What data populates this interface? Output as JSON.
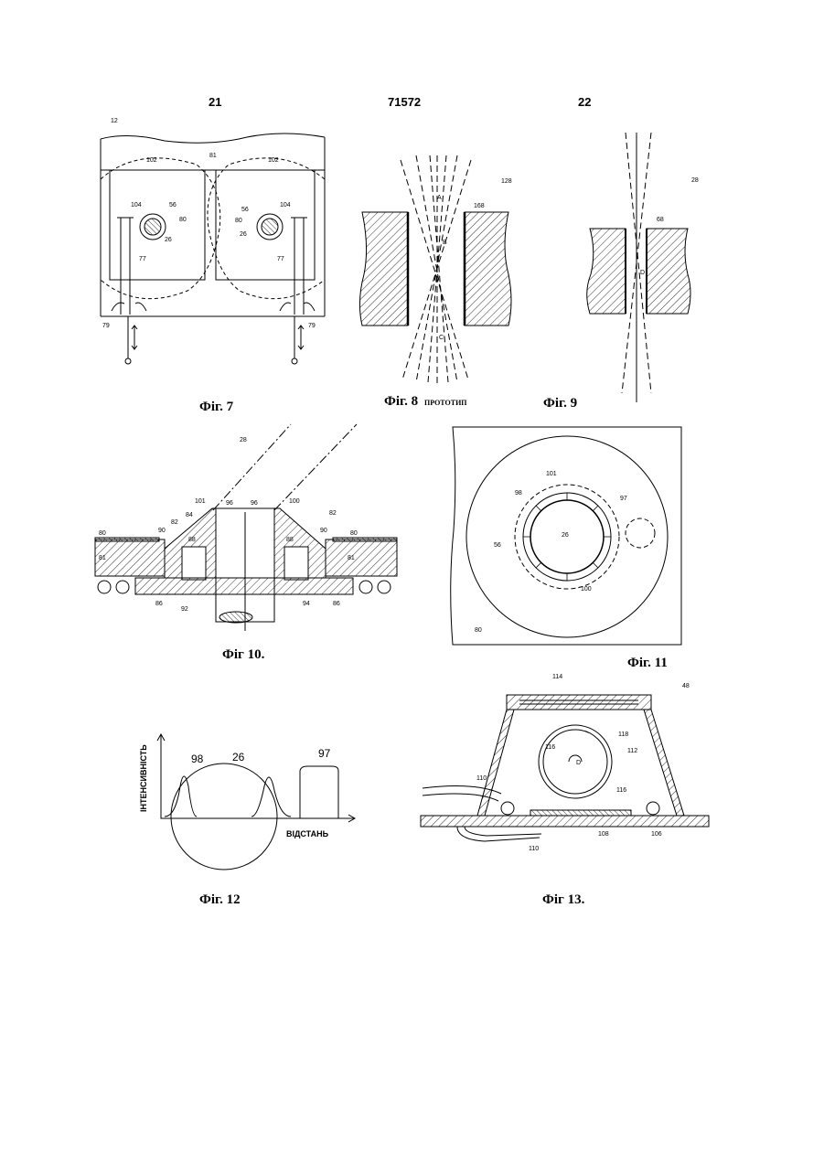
{
  "header": {
    "page_left": "21",
    "patent_number": "71572",
    "page_right": "22"
  },
  "figures": {
    "fig7": {
      "caption": "Фіг. 7",
      "refs": [
        "12",
        "81",
        "102",
        "102",
        "104",
        "56",
        "80",
        "26",
        "56",
        "104",
        "80",
        "26",
        "77",
        "77",
        "79",
        "79"
      ]
    },
    "fig8": {
      "caption": "Фіг. 8",
      "note": "ПРОТОТИП",
      "refs": [
        "128",
        "168",
        "A",
        "B",
        "C"
      ]
    },
    "fig9": {
      "caption": "Фіг. 9",
      "refs": [
        "28",
        "68",
        "D"
      ]
    },
    "fig10": {
      "caption": "Фіг 10.",
      "refs": [
        "28",
        "101",
        "96",
        "96",
        "100",
        "84",
        "82",
        "82",
        "90",
        "90",
        "80",
        "80",
        "88",
        "88",
        "81",
        "81",
        "86",
        "86",
        "92",
        "94"
      ]
    },
    "fig11": {
      "caption": "Фіг. 11",
      "refs": [
        "101",
        "98",
        "97",
        "56",
        "26",
        "100",
        "80"
      ]
    },
    "fig12": {
      "caption": "Фіг. 12",
      "ylabel": "ІНТЕНСИВНІСТЬ",
      "xlabel": "ВІДСТАНЬ",
      "refs": [
        "98",
        "26",
        "97"
      ]
    },
    "fig13": {
      "caption": "Фіг 13.",
      "refs": [
        "48",
        "114",
        "118",
        "112",
        "116",
        "116",
        "110",
        "D",
        "110",
        "108",
        "106"
      ]
    }
  }
}
